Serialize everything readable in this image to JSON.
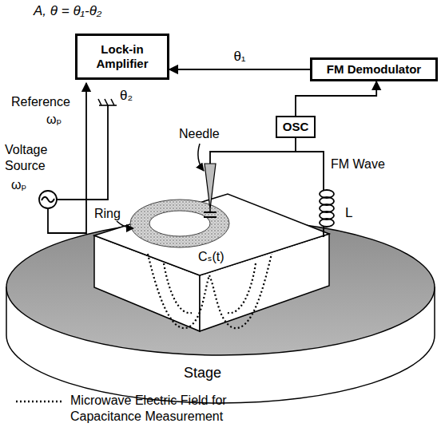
{
  "diagram": {
    "nodes": [
      {
        "text": [
          "Lock-in Amplifier"
        ]
      },
      {
        "text": [
          "FM Demodulator"
        ]
      },
      {
        "text": [
          "OSC"
        ]
      }
    ],
    "edges": [
      {
        "from": 1,
        "to": 0,
        "arrow": "to",
        "label": "θ₁"
      },
      {
        "from": 2,
        "to": 1,
        "arrow": "to"
      }
    ],
    "labels": [
      "A, θ = θ₁-θ₂",
      "Reference",
      "ωₚ",
      "θ₂",
      "Voltage Source",
      "ωₚ",
      "Needle",
      "FM Wave",
      "Ring",
      "L",
      "Cₛ(t)",
      "Stage"
    ],
    "legend": [
      {
        "text": "Microwave Electric Field for Capacitance Measurement"
      }
    ]
  }
}
